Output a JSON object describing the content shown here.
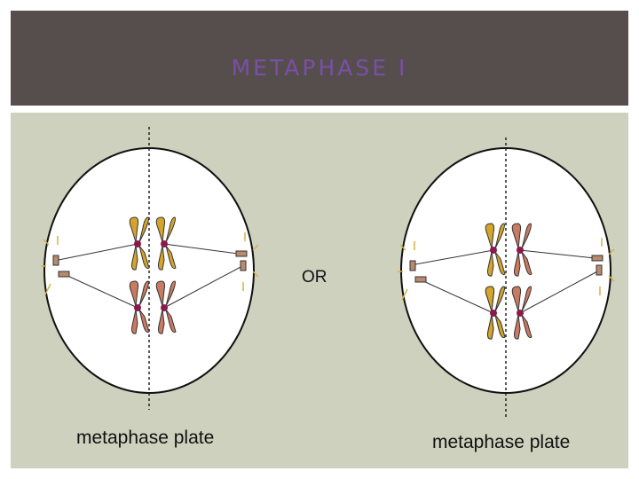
{
  "slide": {
    "title": "METAPHASE I",
    "or_label": "OR",
    "left_caption": "metaphase plate",
    "right_caption": "metaphase plate"
  },
  "colors": {
    "title_bar": "#564e4c",
    "title_text": "#7a4fa8",
    "panel": "#cdd1bd",
    "chromosome_gold": "#d4a52a",
    "chromosome_salmon": "#c97a62",
    "centromere": "#8b1a4a",
    "aster_rays": "#d6b04a",
    "centriole": "#b88a70"
  },
  "icons": [
    "chromosome-pair-icon",
    "centriole-icon",
    "aster-ray-icon"
  ]
}
